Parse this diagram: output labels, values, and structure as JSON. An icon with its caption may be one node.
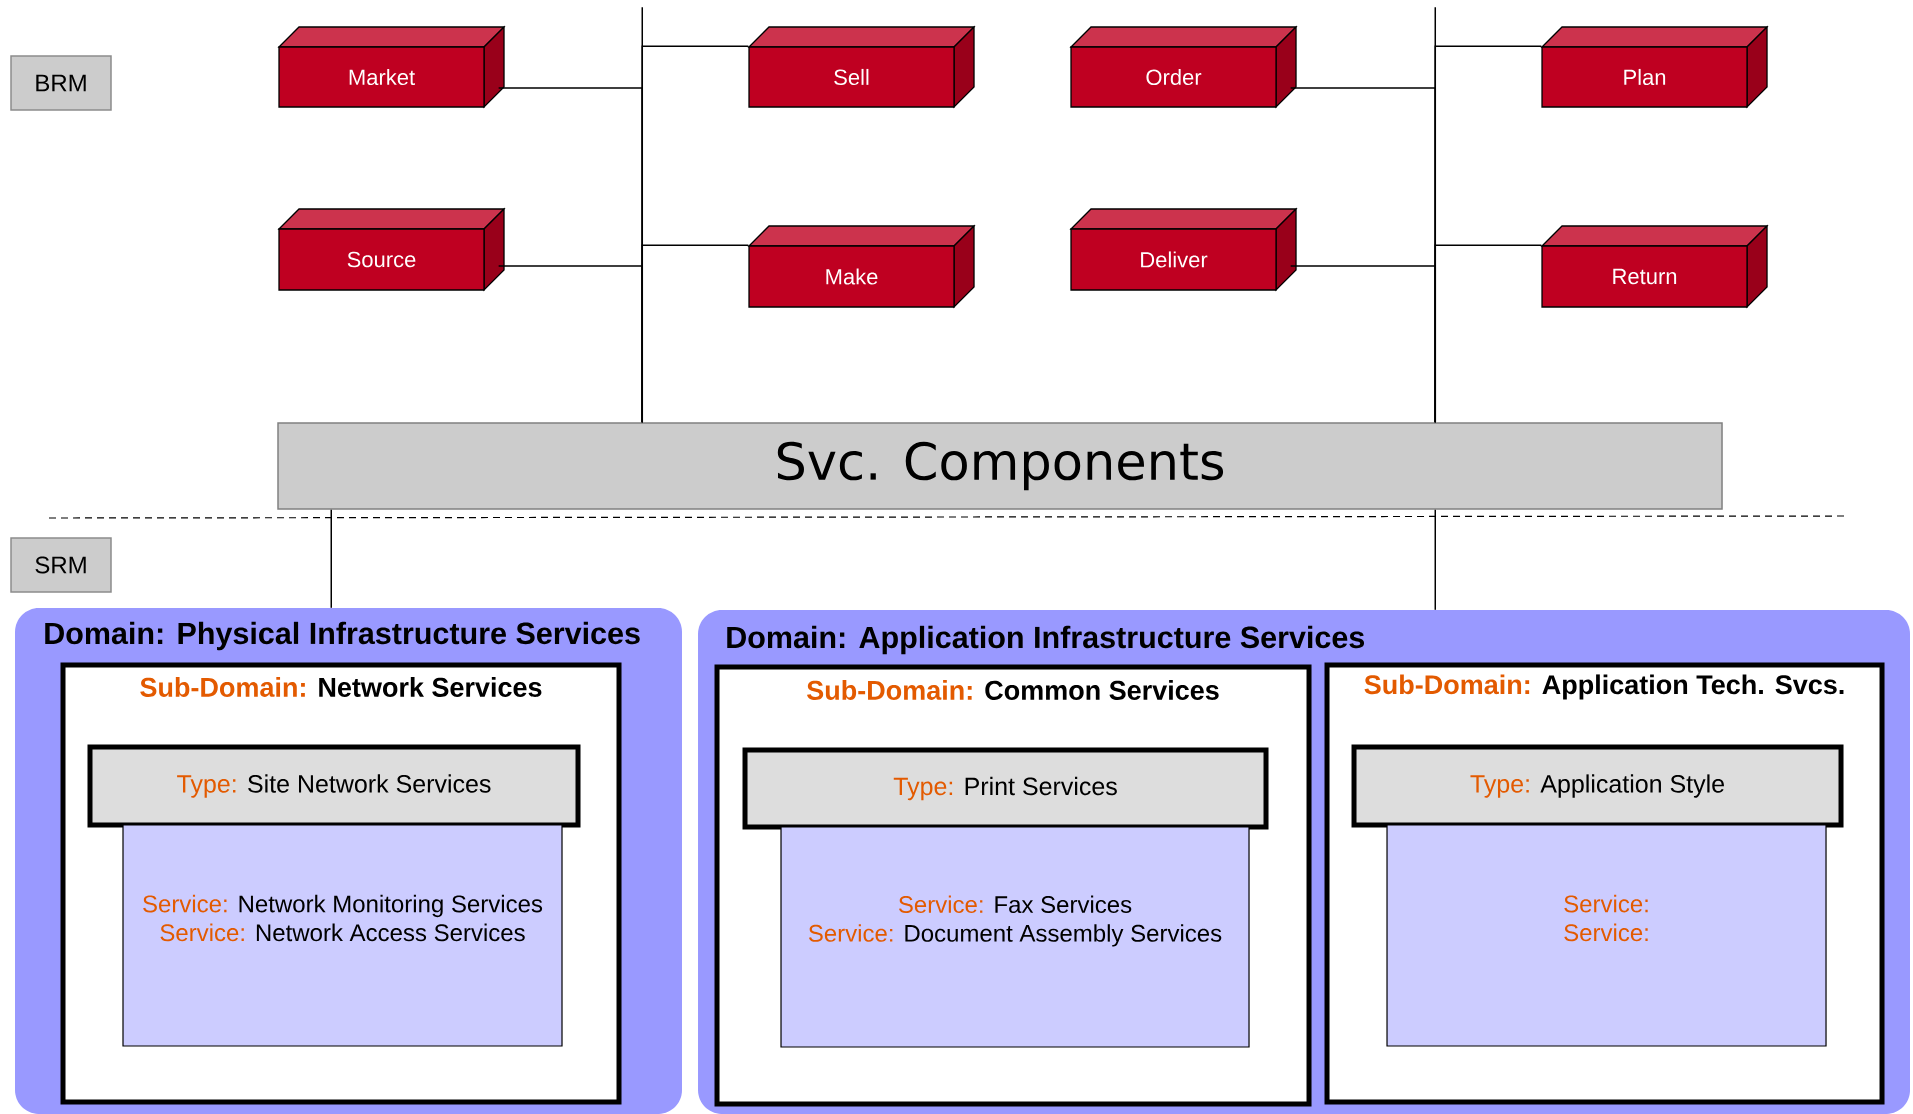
{
  "diagram": {
    "nodes": [
      {
        "text": [
          "BRM"
        ]
      },
      {
        "text": [
          "Market"
        ]
      },
      {
        "text": [
          "Sell"
        ]
      },
      {
        "text": [
          "Order"
        ]
      },
      {
        "text": [
          "Plan"
        ]
      },
      {
        "text": [
          "Source"
        ]
      },
      {
        "text": [
          "Make"
        ]
      },
      {
        "text": [
          "Deliver"
        ]
      },
      {
        "text": [
          "Return"
        ]
      },
      {
        "text": [
          "Svc. Components"
        ]
      },
      {
        "text": [
          "SRM"
        ]
      },
      {
        "text": [
          "Domain: Physical Infrastructure Services"
        ]
      },
      {
        "text": [
          "Sub-Domain:",
          "Network Services"
        ],
        "in": 11
      },
      {
        "text": [
          "Type:",
          "Site Network Services"
        ],
        "in": 12
      },
      {
        "text": [
          "Service:",
          "Network Monitoring Services",
          "Service:",
          "Network Access Services"
        ],
        "in": 12
      },
      {
        "text": [
          "Domain: Application Infrastructure Services"
        ]
      },
      {
        "text": [
          "Sub-Domain:",
          "Common Services"
        ],
        "in": 15
      },
      {
        "text": [
          "Type:",
          "Print Services"
        ],
        "in": 16
      },
      {
        "text": [
          "Service:",
          "Fax Services",
          "Service:",
          "Document Assembly Services"
        ],
        "in": 16
      },
      {
        "text": [
          "Sub-Domain:",
          "Application Tech. Svcs."
        ],
        "in": 15
      },
      {
        "text": [
          "Type:",
          "Application Style"
        ],
        "in": 19
      },
      {
        "text": [
          "Service:",
          "Service:"
        ],
        "in": 19
      }
    ],
    "edges": [
      {
        "from": 1,
        "to": 9,
        "arrow": "none"
      },
      {
        "from": 5,
        "to": 9,
        "arrow": "none"
      },
      {
        "from": 2,
        "to": 9,
        "arrow": "none"
      },
      {
        "from": 6,
        "to": 9,
        "arrow": "none"
      },
      {
        "from": 3,
        "to": 9,
        "arrow": "none"
      },
      {
        "from": 7,
        "to": 9,
        "arrow": "none"
      },
      {
        "from": 4,
        "to": 9,
        "arrow": "none"
      },
      {
        "from": 8,
        "to": 9,
        "arrow": "none"
      },
      {
        "from": 9,
        "to": 11,
        "arrow": "none"
      },
      {
        "from": 9,
        "to": 15,
        "arrow": "none"
      }
    ]
  }
}
